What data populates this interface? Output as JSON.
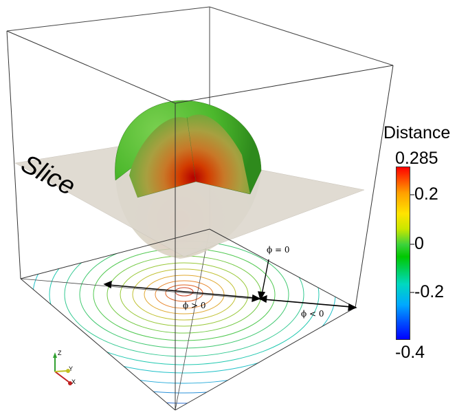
{
  "plane_label": "Slice",
  "colorbar": {
    "title": "Distance",
    "max_label": "0.285",
    "min_label": "-0.4",
    "ticks": [
      "0.2",
      "0",
      "-0.2"
    ]
  },
  "annotations": {
    "phi_zero": "ϕ = 0",
    "phi_positive": "ϕ > 0",
    "phi_negative": "ϕ < 0"
  },
  "axes": {
    "z": "Z",
    "y": "Y",
    "x": "X"
  },
  "colors": {
    "sphere_green": "#48b428",
    "core_red": "#c80000",
    "plane": "#dcd6cc",
    "contour_outer": "#2050c0",
    "contour_inner": "#e06020"
  }
}
